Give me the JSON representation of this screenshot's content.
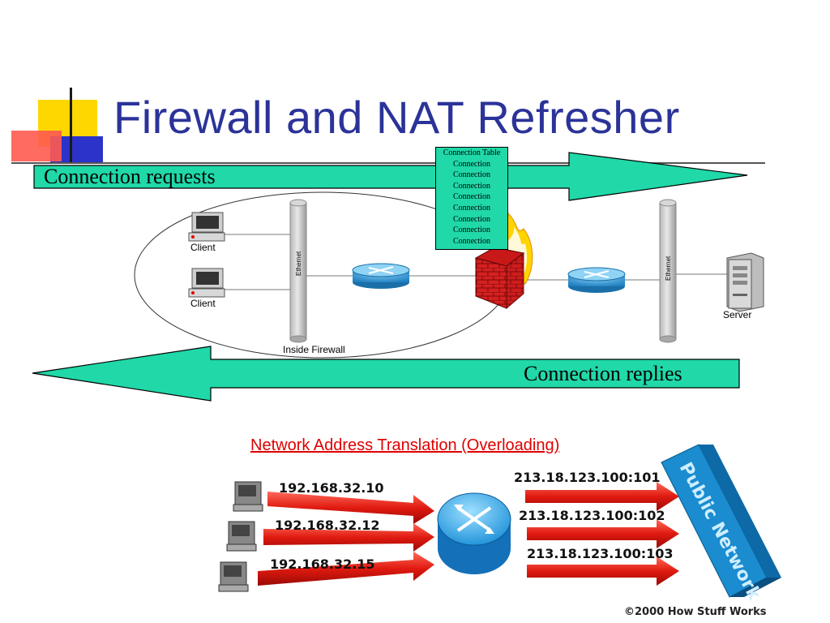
{
  "slide": {
    "title": "Firewall and NAT Refresher"
  },
  "arrows": {
    "requests_label": "Connection requests",
    "replies_label": "Connection replies",
    "arrow_color": "#20d8a8"
  },
  "connection_table": {
    "header": "Connection Table",
    "rows": [
      "Connection",
      "Connection",
      "Connection",
      "Connection",
      "Connection",
      "Connection",
      "Connection",
      "Connection"
    ]
  },
  "network": {
    "clients": [
      "Client",
      "Client"
    ],
    "inside_label": "Inside Firewall",
    "ethernet_label": "Ethernet",
    "server_label": "Server"
  },
  "nat": {
    "title": "Network Address Translation (Overloading)",
    "private_ips": [
      "192.168.32.10",
      "192.168.32.12",
      "192.168.32.15"
    ],
    "public_ips": [
      "213.18.123.100:101",
      "213.18.123.100:102",
      "213.18.123.100:103"
    ],
    "public_network_label": "Public Network",
    "copyright": "©2000 How Stuff Works"
  }
}
